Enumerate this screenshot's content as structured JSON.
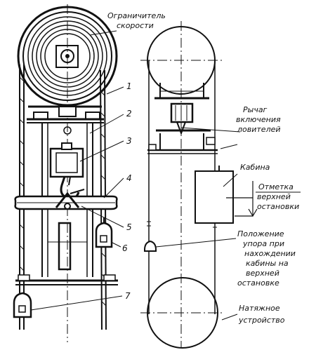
{
  "labels": {
    "speed_limiter": [
      "Ограничитель",
      "скорости"
    ],
    "catcher_lever": [
      "Рычаг",
      "включения",
      "ловителей"
    ],
    "cabin": "Кабина",
    "top_stop_mark": [
      "Отметка",
      "верхней",
      "остановки"
    ],
    "stop_position": [
      "Положение",
      "упора при",
      "нахождении",
      "кабины на",
      "верхней",
      "остановке"
    ],
    "tension_device": [
      "Натяжное",
      "устройство"
    ]
  },
  "callouts": [
    "1",
    "2",
    "3",
    "4",
    "5",
    "6",
    "7"
  ],
  "colors": {
    "ink": "#111111",
    "paper": "#ffffff"
  }
}
